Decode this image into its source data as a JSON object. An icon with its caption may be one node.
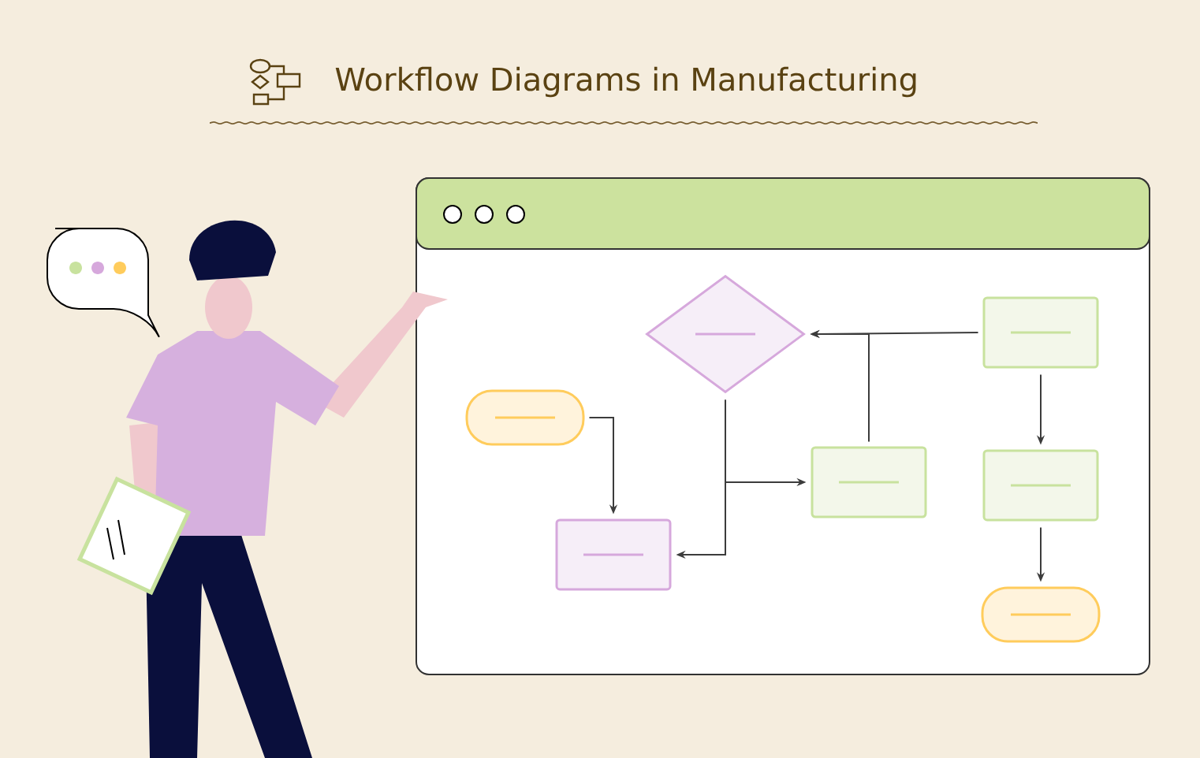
{
  "diagram": {
    "title": "Workflow Diagrams in Manufacturing",
    "nodes": [
      {
        "text": [],
        "shape": "diamond"
      },
      {
        "text": [],
        "shape": "pill"
      },
      {
        "text": [],
        "shape": "box"
      },
      {
        "text": [],
        "shape": "box"
      },
      {
        "text": [],
        "shape": "box"
      },
      {
        "text": [],
        "shape": "box"
      },
      {
        "text": [],
        "shape": "pill"
      }
    ],
    "edges": [
      {
        "from": 4,
        "to": 0,
        "arrow": "to"
      },
      {
        "from": 3,
        "to": 0,
        "arrow": "to"
      },
      {
        "from": 1,
        "to": 2,
        "arrow": "to"
      },
      {
        "from": 0,
        "to": 3,
        "arrow": "to"
      },
      {
        "from": 0,
        "to": 2,
        "arrow": "to"
      },
      {
        "from": 4,
        "to": 5,
        "arrow": "to"
      },
      {
        "from": 5,
        "to": 6,
        "arrow": "to"
      }
    ]
  }
}
